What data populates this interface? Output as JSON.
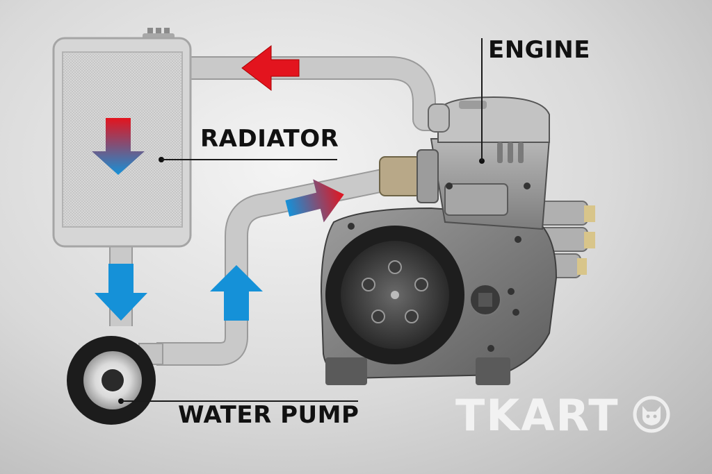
{
  "labels": {
    "engine": "ENGINE",
    "radiator": "RADIATOR",
    "water_pump": "WATER PUMP"
  },
  "logo": {
    "text": "TKART",
    "icon": "cat-head-icon"
  },
  "colors": {
    "hot": "#e3141e",
    "cold": "#1591d8",
    "pipe": "#c9c9c9",
    "pipe_edge": "#9a9a9a",
    "leader_line": "#1a1a1a"
  },
  "flow": {
    "radiator_to_pump": "cold",
    "pump_to_engine": "cold",
    "engine_to_radiator": "hot",
    "inside_radiator": "hot-to-cold",
    "engine_inlet": "cold-to-hot"
  }
}
